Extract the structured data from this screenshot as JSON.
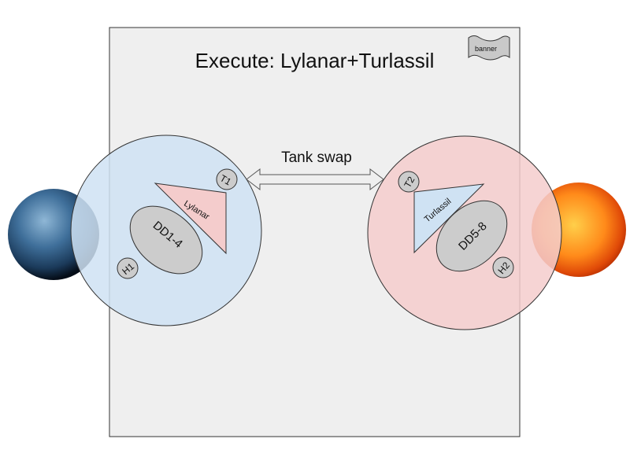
{
  "title": "Execute: Lylanar+Turlassil",
  "banner_label": "banner",
  "tank_swap_label": "Tank swap",
  "left_group": {
    "boss_label": "Lylanar",
    "tank_label": "T1",
    "dps_label": "DD1-4",
    "healer_label": "H1",
    "zone_color": "#cfe2f3",
    "boss_color": "#f4cccc",
    "planet": "blue-planet"
  },
  "right_group": {
    "boss_label": "Turlassil",
    "tank_label": "T2",
    "dps_label": "DD5-8",
    "healer_label": "H2",
    "zone_color": "#f4cccc",
    "boss_color": "#cfe2f3",
    "planet": "sun"
  },
  "colors": {
    "arena_fill": "#efefef",
    "marker_fill": "#cccccc",
    "stroke": "#333333"
  }
}
